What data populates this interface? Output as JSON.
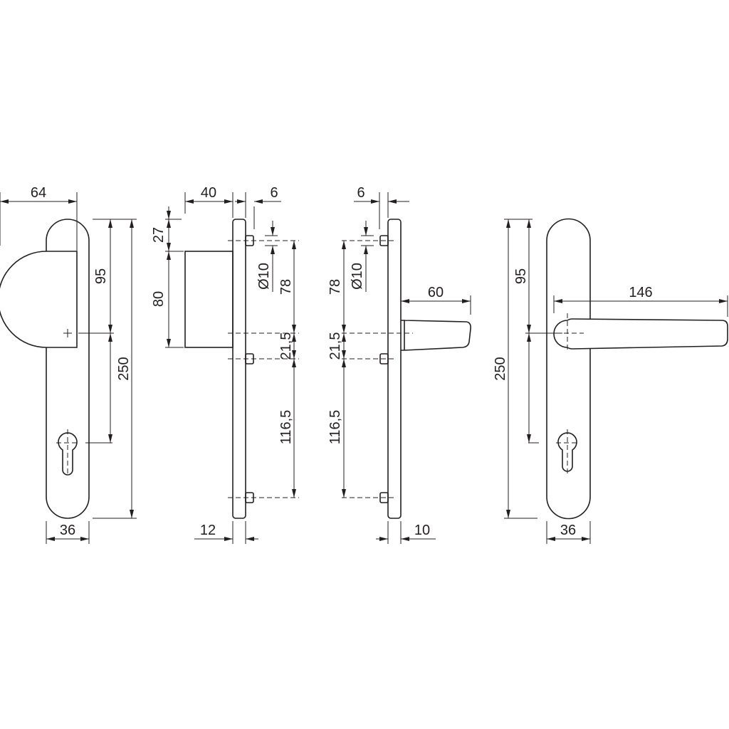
{
  "drawing": {
    "title": "Door handle set dimension drawing",
    "units": "mm",
    "colors": {
      "line": "#231f20",
      "background": "#ffffff"
    },
    "view_knob_front": {
      "knob_width": "64",
      "axis_to_top": "95",
      "axis_to_cylinder": "",
      "plate_length": "250",
      "plate_width": "36"
    },
    "view_knob_side": {
      "rose_depth": "40",
      "screw_offset": "6",
      "rose_offset_top": "27",
      "rose_height": "80",
      "screw_diameter": "Ø10",
      "screw_to_axis": "78",
      "axis_to_screw": "21,5",
      "screw_spacing": "116,5",
      "plate_thickness": "12"
    },
    "view_lever_side": {
      "screw_offset": "6",
      "screw_diameter": "Ø10",
      "screw_to_axis": "78",
      "axis_to_screw": "21,5",
      "screw_spacing": "116,5",
      "lever_projection": "60",
      "plate_thickness": "10"
    },
    "view_lever_front": {
      "lever_length": "146",
      "axis_to_top": "95",
      "plate_length": "250",
      "plate_width": "36"
    }
  }
}
